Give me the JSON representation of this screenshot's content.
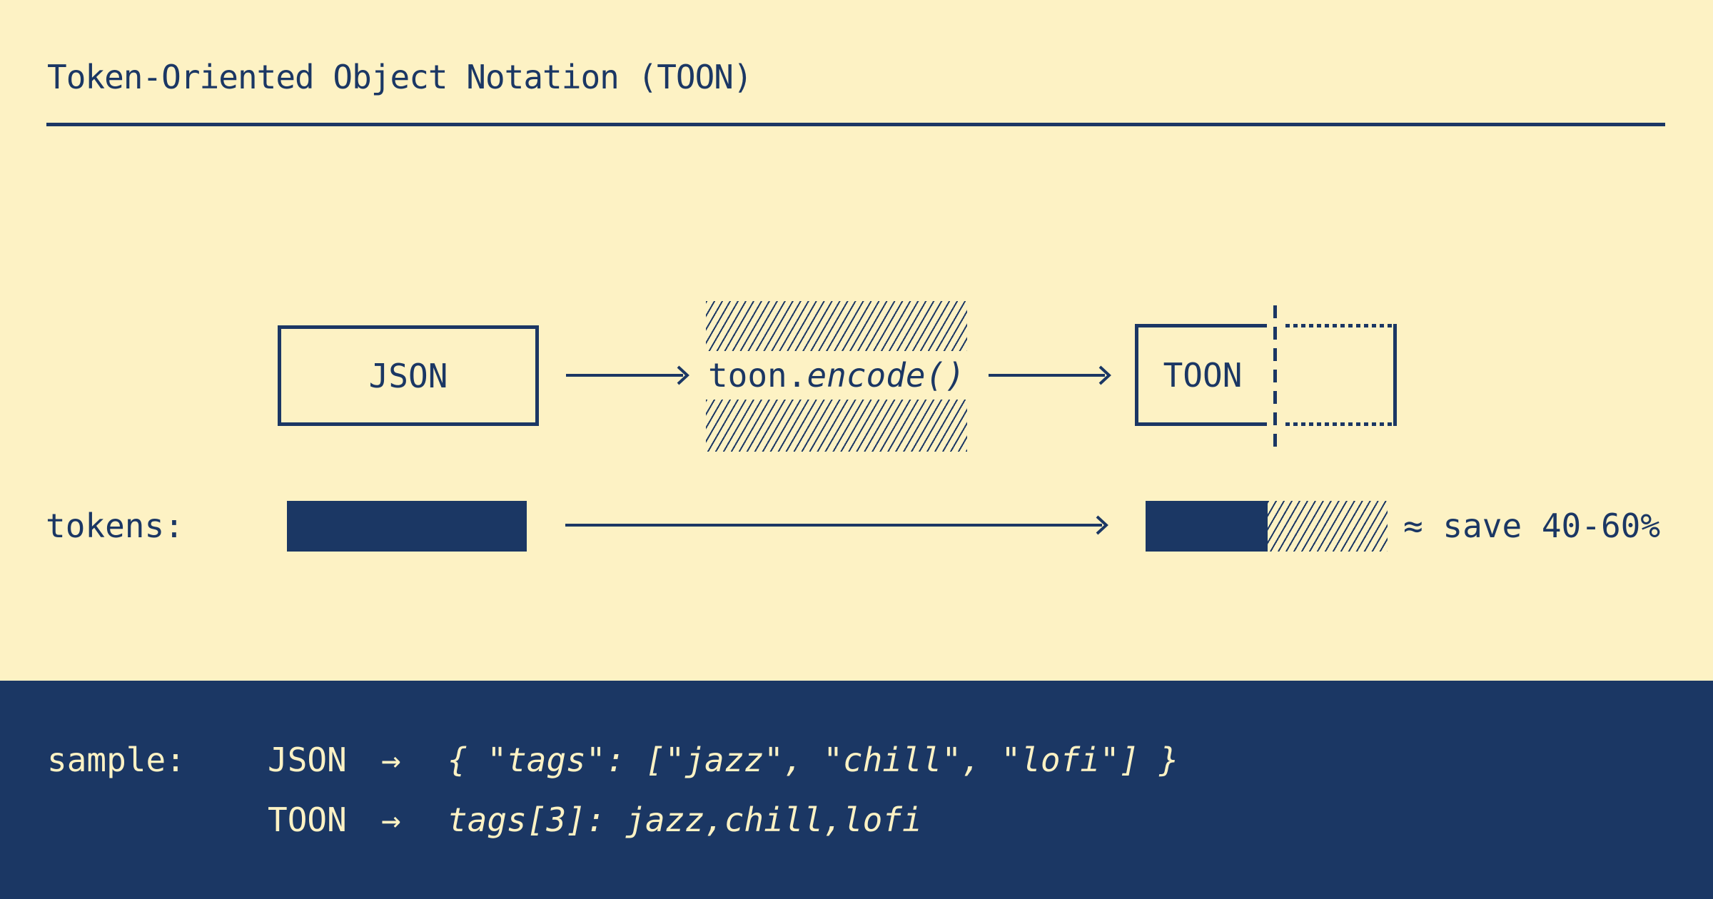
{
  "meta": {
    "title": "Token-Oriented Object Notation (TOON)"
  },
  "colors": {
    "ink": "#1b3764",
    "cream": "#fdf2c4"
  },
  "flow": {
    "input_label": "JSON",
    "encoder_prefix": "toon.",
    "encoder_func": "encode()",
    "output_label": "TOON"
  },
  "tokens_row": {
    "label": "tokens:",
    "savings": "≈ save 40-60%"
  },
  "sample": {
    "label": "sample:",
    "rows": [
      {
        "format": "JSON",
        "arrow": "→",
        "code": "{ \"tags\": [\"jazz\", \"chill\", \"lofi\"] }"
      },
      {
        "format": "TOON",
        "arrow": "→",
        "code": "tags[3]: jazz,chill,lofi"
      }
    ]
  }
}
